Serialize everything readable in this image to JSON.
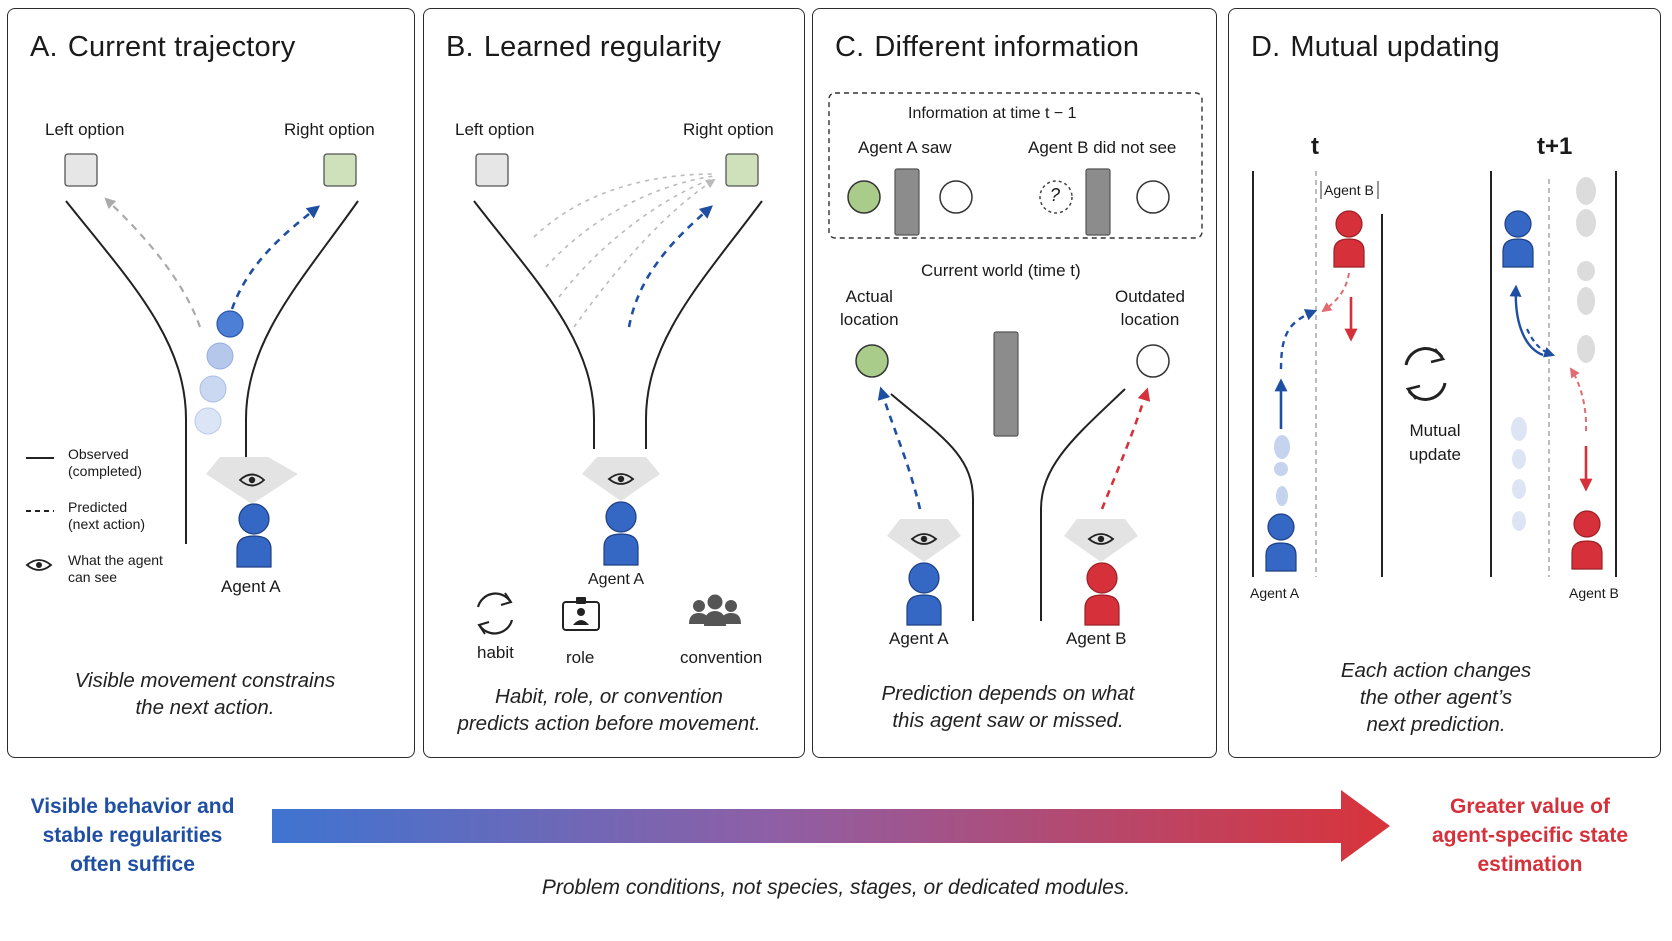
{
  "panels": {
    "a": {
      "letter": "A.",
      "title": "Current trajectory",
      "left_option": "Left option",
      "right_option": "Right option",
      "agent": "Agent A",
      "legend": {
        "observed_1": "Observed",
        "observed_2": "(completed)",
        "predicted_1": "Predicted",
        "predicted_2": "(next action)",
        "sees_1": "What the agent",
        "sees_2": "can see"
      },
      "caption_1": "Visible movement constrains",
      "caption_2": "the next action."
    },
    "b": {
      "letter": "B.",
      "title": "Learned regularity",
      "left_option": "Left option",
      "right_option": "Right option",
      "agent": "Agent A",
      "icons": {
        "habit": "habit",
        "role": "role",
        "convention": "convention"
      },
      "caption_1": "Habit, role, or convention",
      "caption_2": "predicts action before movement."
    },
    "c": {
      "letter": "C.",
      "title": "Different information",
      "info_title": "Information at time t − 1",
      "agent_a_saw": "Agent A saw",
      "agent_b_not": "Agent B did not see",
      "unknown_mark": "?",
      "current_world": "Current world (time t)",
      "actual_1": "Actual",
      "actual_2": "location",
      "outdated_1": "Outdated",
      "outdated_2": "location",
      "agent_a": "Agent A",
      "agent_b": "Agent B",
      "caption_1": "Prediction depends on what",
      "caption_2": "this agent saw or missed."
    },
    "d": {
      "letter": "D.",
      "title": "Mutual updating",
      "t": "t",
      "t1": "t+1",
      "agent_b_top": "Agent B",
      "mutual_1": "Mutual",
      "mutual_2": "update",
      "agent_a": "Agent A",
      "agent_b": "Agent B",
      "caption_1": "Each action changes",
      "caption_2": "the other agent’s",
      "caption_3": "next prediction."
    }
  },
  "footer": {
    "left_1": "Visible behavior and",
    "left_2": "stable regularities",
    "left_3": "often suffice",
    "right_1": "Greater value of",
    "right_2": "agent-specific state",
    "right_3": "estimation",
    "note": "Problem conditions, not species, stages, or dedicated modules."
  },
  "colors": {
    "blue": "#3568c4",
    "blue_dark": "#1f4fa3",
    "red": "#d6313a",
    "green": "#a9cc8a",
    "gray_box": "#e6e6e6"
  },
  "icons": [
    "eye-icon",
    "habit-cycle-icon",
    "role-badge-icon",
    "convention-group-icon",
    "mutual-update-icon"
  ]
}
